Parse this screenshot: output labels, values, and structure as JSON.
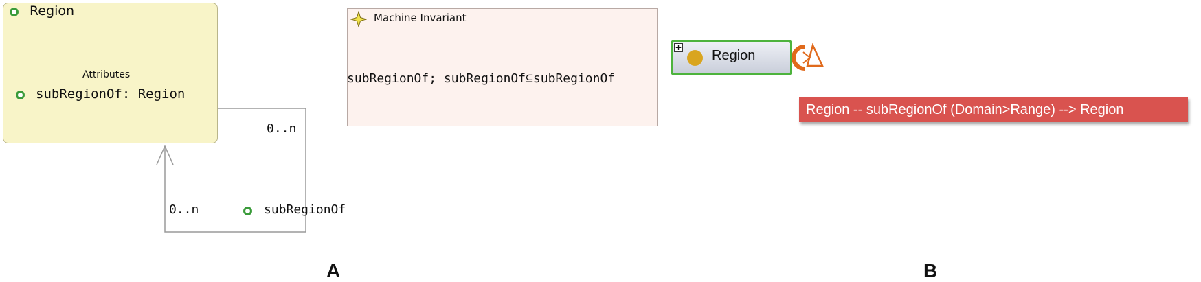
{
  "panel_a": {
    "label": "A",
    "class": {
      "name": "Region",
      "compartment_header": "Attributes",
      "attribute": "subRegionOf: Region"
    },
    "association": {
      "multiplicity_source": "0..n",
      "multiplicity_target": "0..n",
      "role_name": "subRegionOf"
    },
    "invariant": {
      "title": "Machine Invariant",
      "expression": "subRegionOf; subRegionOf⊆subRegionOf"
    }
  },
  "panel_b": {
    "label": "B",
    "node": {
      "expand_symbol": "+",
      "name": "Region"
    },
    "tooltip": "Region -- subRegionOf (Domain>Range) --> Region"
  },
  "colors": {
    "class_fill": "#f8f4c8",
    "invariant_fill": "#fdf2ee",
    "node_border": "#4db33d",
    "node_dot": "#d9a51f",
    "tooltip_fill": "#d9534f",
    "property_icon": "#e06a1c"
  },
  "icons": [
    "green-circle-icon",
    "star-icon",
    "expand-icon",
    "class-dot-icon",
    "self-loop-property-icon"
  ]
}
